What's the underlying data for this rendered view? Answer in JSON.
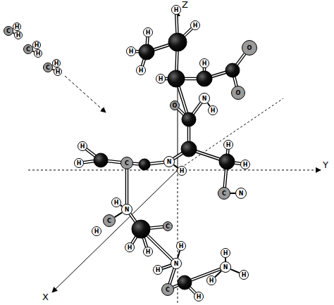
{
  "diagram": {
    "nodes": [
      {
        "text": [
          "C"
        ]
      },
      {
        "text": [
          "H"
        ]
      },
      {
        "text": [
          "H"
        ]
      },
      {
        "text": [
          "C"
        ]
      },
      {
        "text": [
          "H"
        ]
      },
      {
        "text": [
          "H"
        ]
      },
      {
        "text": [
          "C"
        ]
      },
      {
        "text": [
          "H"
        ]
      },
      {
        "text": [
          "H"
        ]
      },
      {
        "text": [
          "H"
        ]
      },
      {
        "text": [
          "H"
        ]
      },
      {
        "text": [
          "H"
        ]
      },
      {
        "text": [
          "H"
        ]
      },
      {
        "text": [
          "H"
        ]
      },
      {
        "text": [
          "H"
        ]
      },
      {
        "text": [
          "H"
        ]
      },
      {
        "text": [
          "O"
        ]
      },
      {
        "text": [
          "O"
        ]
      },
      {
        "text": [
          "O"
        ]
      },
      {
        "text": [
          "N"
        ]
      },
      {
        "text": [
          "H"
        ]
      },
      {
        "text": [
          "H"
        ]
      },
      {
        "text": [
          "H"
        ]
      },
      {
        "text": [
          "C"
        ]
      },
      {
        "text": [
          "N"
        ]
      },
      {
        "text": [
          "H"
        ]
      },
      {
        "text": [
          "H"
        ]
      },
      {
        "text": [
          "H"
        ]
      },
      {
        "text": [
          "C"
        ]
      },
      {
        "text": [
          "N"
        ]
      },
      {
        "text": [
          "H"
        ]
      },
      {
        "text": [
          "N"
        ]
      },
      {
        "text": [
          "C"
        ]
      },
      {
        "text": [
          "H"
        ]
      },
      {
        "text": [
          "C"
        ]
      },
      {
        "text": [
          "H"
        ]
      },
      {
        "text": [
          "H"
        ]
      },
      {
        "text": [
          "H"
        ]
      },
      {
        "text": [
          "N"
        ]
      },
      {
        "text": [
          "H"
        ]
      },
      {
        "text": [
          "C"
        ]
      },
      {
        "text": [
          "H"
        ]
      },
      {
        "text": [
          "N"
        ]
      },
      {
        "text": [
          "H"
        ]
      },
      {
        "text": [
          "H"
        ]
      },
      {
        "text": [
          "H"
        ]
      }
    ],
    "edges": [
      {
        "from": 0,
        "to": 1,
        "arrow": "none"
      },
      {
        "from": 0,
        "to": 2,
        "arrow": "none"
      },
      {
        "from": 3,
        "to": 4,
        "arrow": "none"
      },
      {
        "from": 3,
        "to": 5,
        "arrow": "none"
      },
      {
        "from": 6,
        "to": 7,
        "arrow": "none"
      },
      {
        "from": 6,
        "to": 8,
        "arrow": "none"
      },
      {
        "from": 19,
        "to": 20,
        "arrow": "none"
      },
      {
        "from": 24,
        "to": 25,
        "arrow": "none"
      },
      {
        "from": 28,
        "to": 29,
        "arrow": "none"
      },
      {
        "from": 31,
        "to": 30,
        "arrow": "none"
      },
      {
        "from": 31,
        "to": 32,
        "arrow": "none"
      },
      {
        "from": 38,
        "to": 37,
        "arrow": "none"
      },
      {
        "from": 42,
        "to": 41,
        "arrow": "none"
      },
      {
        "from": 42,
        "to": 43,
        "arrow": "none"
      },
      {
        "from": 42,
        "to": 44,
        "arrow": "none"
      }
    ],
    "labels": [
      "Z",
      "Y",
      "X"
    ]
  }
}
